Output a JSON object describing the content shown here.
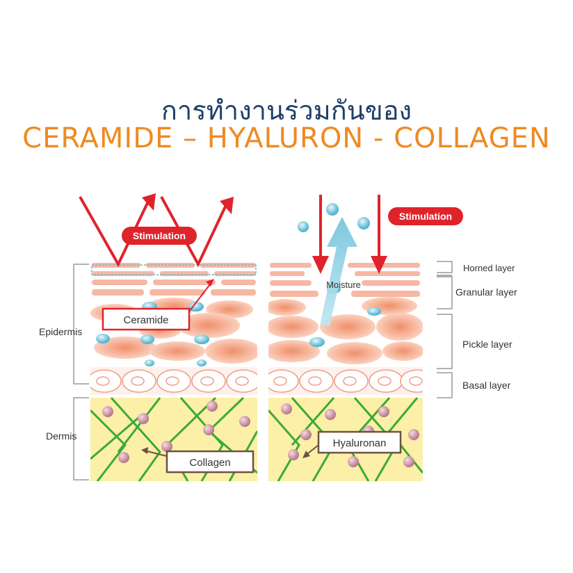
{
  "title": {
    "line1": "การทำงานร่วมกันของ",
    "line2": "CERAMIDE – HYALURON - COLLAGEN"
  },
  "diagram": {
    "left_labels": {
      "epidermis": "Epidermis",
      "dermis": "Dermis"
    },
    "stimulation_label": "Stimulation",
    "ceramide_label": "Ceramide",
    "collagen_label": "Collagen",
    "moisture_label": "Moisture",
    "hyaluronan_label": "Hyaluronan",
    "right_labels": {
      "horned": "Horned layer",
      "granular": "Granular layer",
      "pickle": "Pickle layer",
      "basal": "Basal layer"
    }
  },
  "colors": {
    "title_blue": "#1f3f68",
    "title_orange": "#ee8a22",
    "arrow_red": "#e0232b",
    "moisture_blue": "#7fcbe0",
    "collagen_green": "#3aaa35",
    "dermis_yellow": "#fcefa8",
    "cell_salmon": "#f4a98a"
  }
}
